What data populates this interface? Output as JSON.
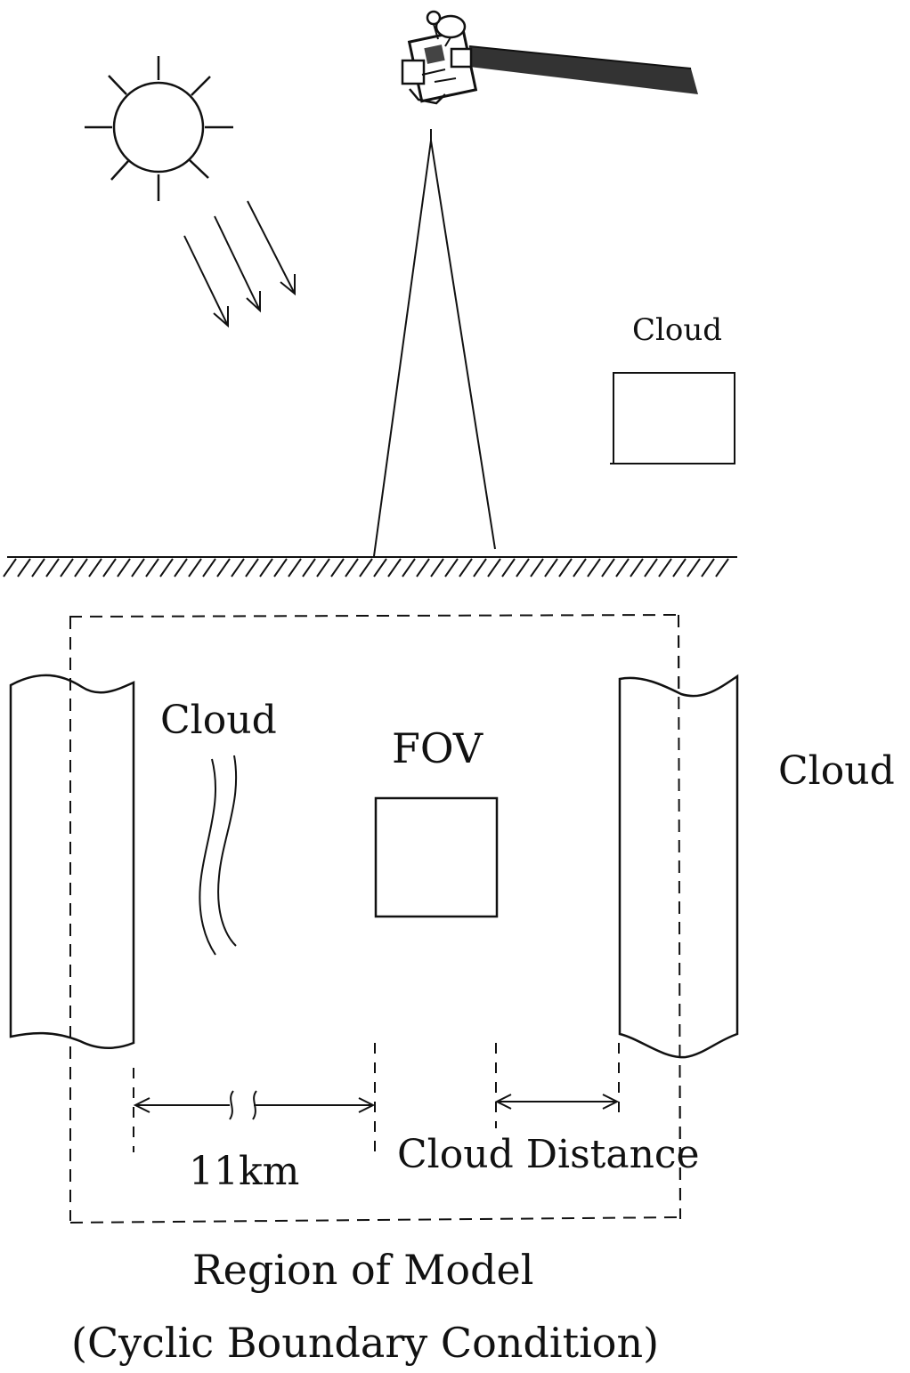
{
  "labels": {
    "cloud_top": "Cloud",
    "cloud_left": "Cloud",
    "cloud_right": "Cloud",
    "fov": "FOV",
    "distance_11km": "11km",
    "cloud_distance": "Cloud Distance",
    "region_title": "Region of Model",
    "region_subtitle": "(Cyclic Boundary Condition)"
  },
  "icons": {
    "sun": "sun-icon",
    "satellite": "satellite-icon",
    "sunlight": "sunlight-arrows-icon"
  },
  "colors": {
    "ink": "#111111",
    "background": "#ffffff",
    "solar_panel": "#333333"
  }
}
